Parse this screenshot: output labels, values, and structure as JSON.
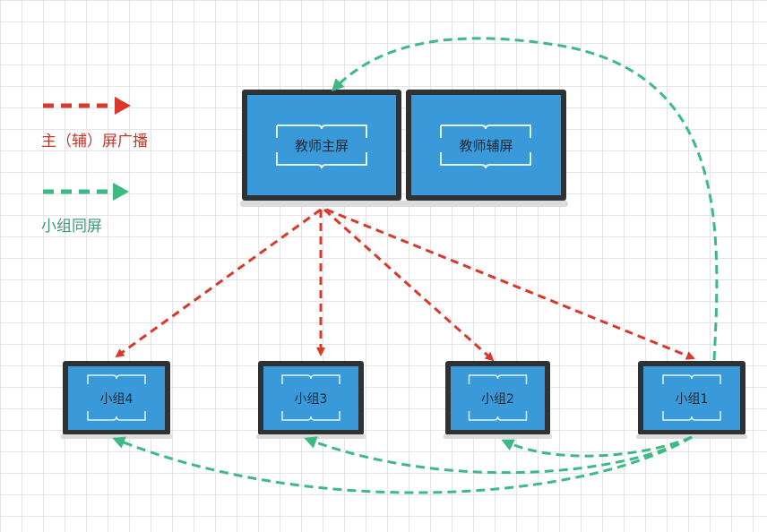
{
  "legend": {
    "broadcast_label": "主（辅）屏广播",
    "group_share_label": "小组同屏"
  },
  "colors": {
    "broadcast": "#d8392b",
    "group_share": "#3dba84",
    "screen": "#3a9ad9",
    "bezel": "#2f3235"
  },
  "teacher_screens": [
    {
      "label": "教师主屏"
    },
    {
      "label": "教师辅屏"
    }
  ],
  "groups": [
    {
      "label": "小组4"
    },
    {
      "label": "小组3"
    },
    {
      "label": "小组2"
    },
    {
      "label": "小组1"
    }
  ]
}
